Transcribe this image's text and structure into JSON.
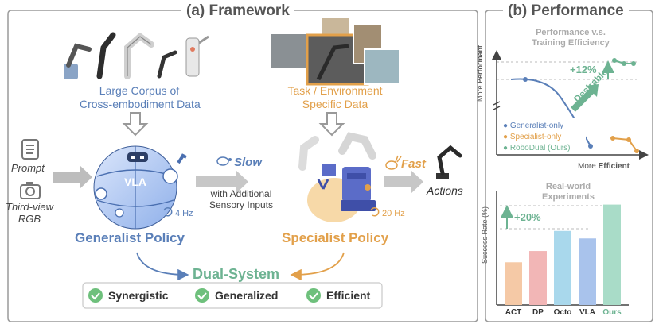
{
  "framework": {
    "title": "(a) Framework",
    "corpus_label": [
      "Large Corpus of",
      "Cross-embodiment Data"
    ],
    "task_label": [
      "Task / Environment",
      "Specific Data"
    ],
    "prompt_label": "Prompt",
    "rgb_label": [
      "Third-view",
      "RGB"
    ],
    "vla_label": "VLA",
    "generalist_hz": "4 Hz",
    "specialist_hz": "20 Hz",
    "slow_label": "Slow",
    "fast_label": "Fast",
    "sensory_label": [
      "with Additional",
      "Sensory Inputs"
    ],
    "actions_label": "Actions",
    "generalist_label": "Generalist Policy",
    "specialist_label": "Specialist Policy",
    "dual_label": "Dual-System",
    "badges": [
      "Synergistic",
      "Generalized",
      "Efficient"
    ],
    "colors": {
      "blue": "#5a7fb8",
      "orange": "#e2a04a",
      "green": "#6db392",
      "gray": "#9a9a9a"
    }
  },
  "performance": {
    "title": "(b) Performance",
    "top_chart": {
      "title": [
        "Performance v.s.",
        "Training Efficiency"
      ],
      "ylabel": [
        "More",
        "Performant"
      ],
      "xlabel_prefix": "More ",
      "xlabel_bold": "Efficient",
      "gain": "+12%",
      "desirable": "Desirable",
      "legend": [
        {
          "name": "Generalist-only",
          "color": "#5a7fb8"
        },
        {
          "name": "Specialist-only",
          "color": "#e2a04a"
        },
        {
          "name": "RoboDual (Ours)",
          "color": "#6db392"
        }
      ]
    }
  },
  "chart_data": {
    "type": "bar",
    "title": "Real-world Experiments",
    "ylabel": "Success Rate (%)",
    "categories": [
      "ACT",
      "DP",
      "Octo",
      "VLA",
      "Ours"
    ],
    "values": [
      34,
      43,
      59,
      53,
      80
    ],
    "colors": [
      "#f5c9a6",
      "#f2b6b6",
      "#a9d8ec",
      "#a9c3ec",
      "#a9dcc8"
    ],
    "annotation": "+20%",
    "ylim": [
      0,
      100
    ]
  }
}
